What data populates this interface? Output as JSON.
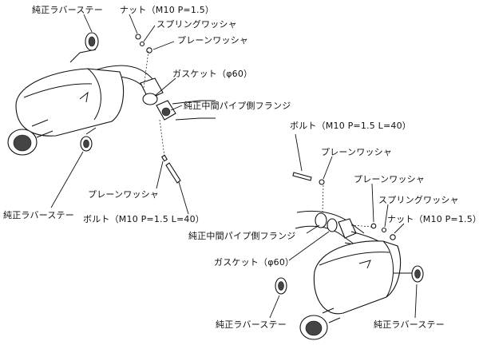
{
  "diagram": {
    "labels": {
      "upper_left_rubber_stay": "純正ラバーステー",
      "upper_nut": "ナット（M10 P=1.5）",
      "upper_spring_washer": "スプリングワッシャ",
      "upper_plain_washer": "プレーンワッシャ",
      "upper_gasket": "ガスケット（φ60）",
      "upper_flange": "純正中間パイプ側フランジ",
      "left_rubber_stay": "純正ラバーステー",
      "left_plain_washer": "プレーンワッシャ",
      "left_bolt": "ボルト（M10 P=1.5 L=40）",
      "right_bolt": "ボルト（M10 P=1.5 L=40）",
      "right_plain_washer_1": "プレーンワッシャ",
      "right_plain_washer_2": "プレーンワッシャ",
      "right_spring_washer": "スプリングワッシャ",
      "right_nut": "ナット（M10 P=1.5）",
      "right_flange": "純正中間パイプ側フランジ",
      "right_gasket": "ガスケット（φ60）",
      "bottom_rubber_stay_left": "純正ラバーステー",
      "bottom_rubber_stay_right": "純正ラバーステー"
    }
  }
}
